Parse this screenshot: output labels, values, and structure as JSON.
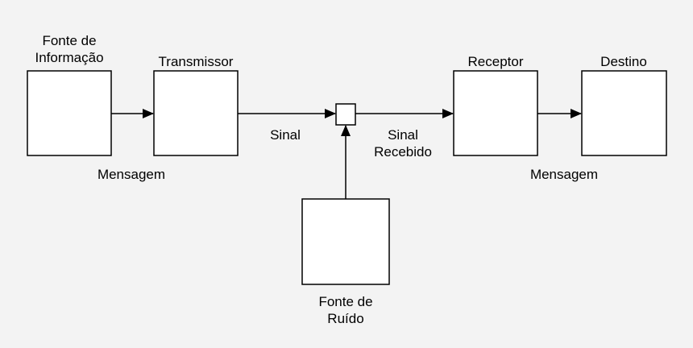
{
  "blocks": {
    "source_line1": "Fonte de",
    "source_line2": "Informação",
    "transmitter": "Transmissor",
    "receiver": "Receptor",
    "destination": "Destino",
    "noise_line1": "Fonte de",
    "noise_line2": "Ruído"
  },
  "edges": {
    "message_in": "Mensagem",
    "signal": "Sinal",
    "received_line1": "Sinal",
    "received_line2": "Recebido",
    "message_out": "Mensagem"
  }
}
